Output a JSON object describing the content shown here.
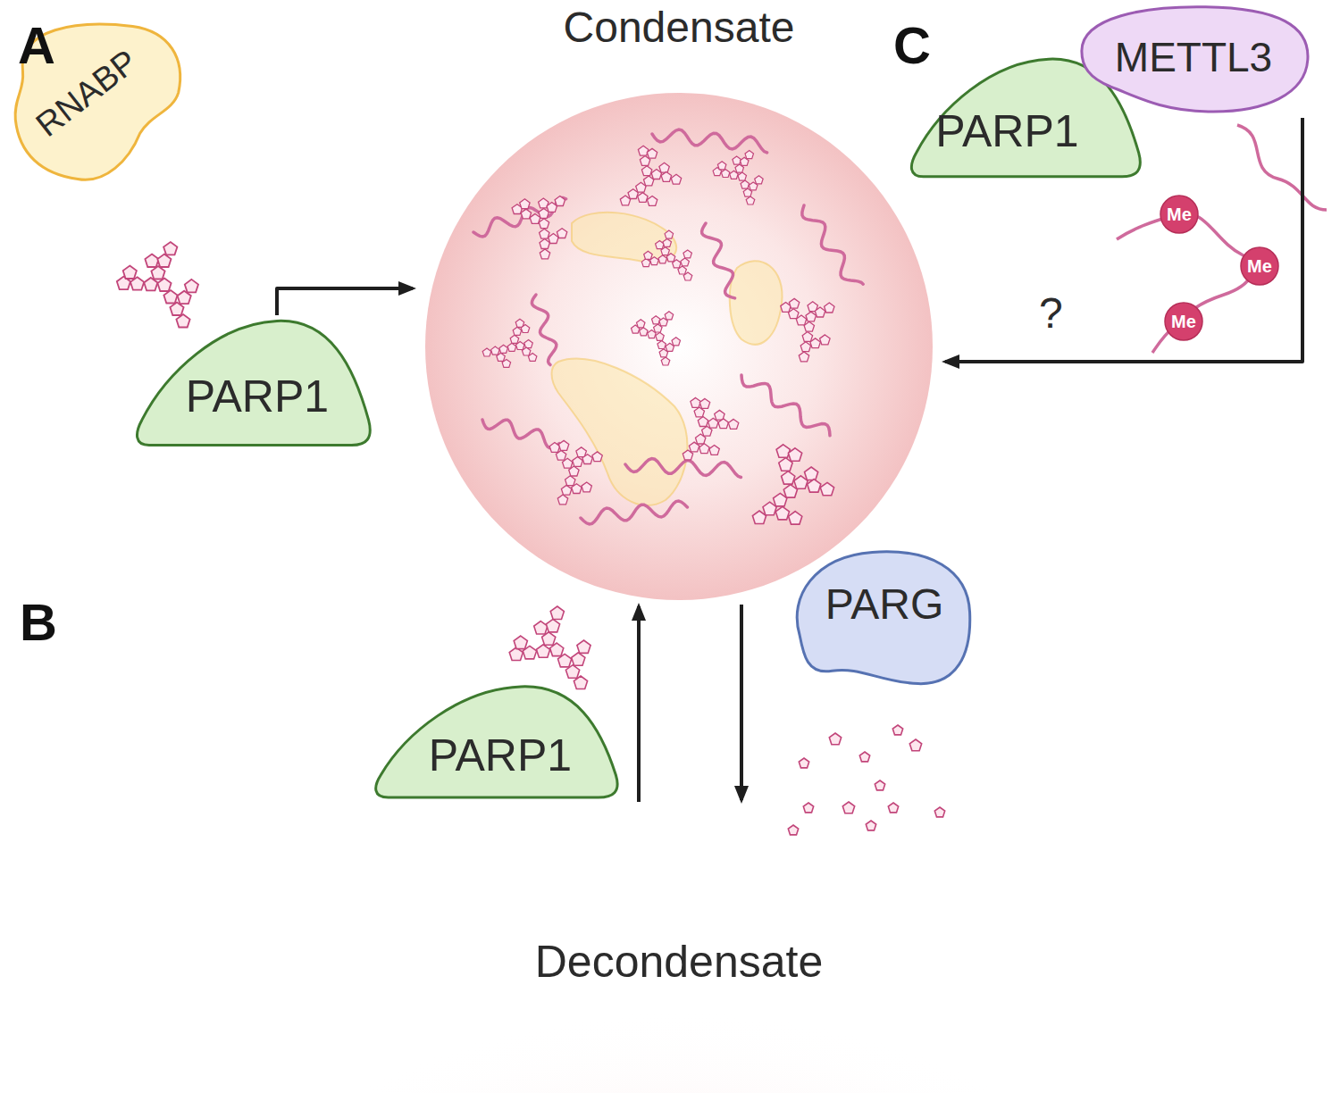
{
  "diagram": {
    "nodes": [
      {
        "text": [
          "Condensate"
        ]
      },
      {
        "text": [
          "RNABP"
        ]
      },
      {
        "text": [
          "PARP1"
        ]
      },
      {
        "text": [
          "PARP1"
        ]
      },
      {
        "text": [
          "METTL3"
        ]
      },
      {
        "text": [
          "Me"
        ]
      },
      {
        "text": [
          "Me"
        ]
      },
      {
        "text": [
          "Me"
        ]
      },
      {
        "text": [
          "PARP1"
        ]
      },
      {
        "text": [
          "PARG"
        ]
      },
      {
        "text": [
          "Decondensate"
        ]
      }
    ],
    "edges": [
      {
        "from": 2,
        "to": 0,
        "arrow": "to"
      },
      {
        "from": 4,
        "to": 0,
        "arrow": "to",
        "label": "?"
      },
      {
        "from": 10,
        "to": 0,
        "arrow": "to"
      },
      {
        "from": 0,
        "to": 10,
        "arrow": "to"
      }
    ],
    "labels": [
      "A",
      "B",
      "C"
    ]
  }
}
